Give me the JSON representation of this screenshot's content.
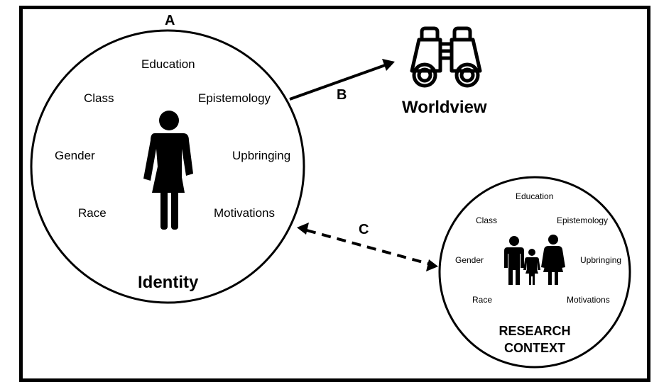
{
  "identity": {
    "title": "Identity",
    "factors": {
      "education": "Education",
      "class": "Class",
      "epistemology": "Epistemology",
      "gender": "Gender",
      "upbringing": "Upbringing",
      "race": "Race",
      "motivations": "Motivations"
    }
  },
  "worldview": {
    "title": "Worldview"
  },
  "research_context": {
    "title_line1": "RESEARCH",
    "title_line2": "CONTEXT",
    "factors": {
      "education": "Education",
      "class": "Class",
      "epistemology": "Epistemology",
      "gender": "Gender",
      "upbringing": "Upbringing",
      "race": "Race",
      "motivations": "Motivations"
    }
  },
  "links": {
    "a": "A",
    "b": "B",
    "c": "C"
  }
}
